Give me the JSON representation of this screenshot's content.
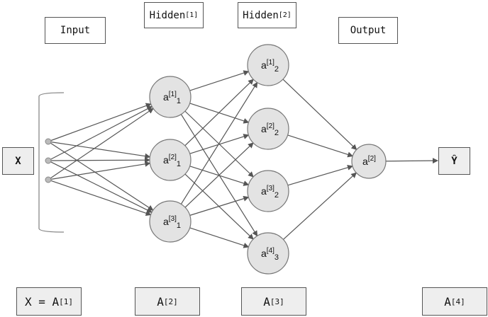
{
  "layer_titles": {
    "input": "Input",
    "hidden1": {
      "text": "Hidden",
      "sup": "[1]"
    },
    "hidden2": {
      "text": "Hidden",
      "sup": "[2]"
    },
    "output": "Output"
  },
  "input_box": "X",
  "output_box": "Ŷ",
  "activations": [
    {
      "text": "X = A",
      "sup": "[1]"
    },
    {
      "text": "A",
      "sup": "[2]"
    },
    {
      "text": "A",
      "sup": "[3]"
    },
    {
      "text": "A",
      "sup": "[4]"
    }
  ],
  "hidden1_nodes": [
    {
      "base": "a",
      "sup": "[1]",
      "sub": "1"
    },
    {
      "base": "a",
      "sup": "[2]",
      "sub": "1"
    },
    {
      "base": "a",
      "sup": "[3]",
      "sub": "1"
    }
  ],
  "hidden2_nodes": [
    {
      "base": "a",
      "sup": "[1]",
      "sub": "2"
    },
    {
      "base": "a",
      "sup": "[2]",
      "sub": "2"
    },
    {
      "base": "a",
      "sup": "[3]",
      "sub": "2"
    },
    {
      "base": "a",
      "sup": "[4]",
      "sub": "3"
    }
  ],
  "output_node": {
    "base": "a",
    "sup": "[2]"
  },
  "input_feature_count": 3,
  "colors": {
    "node_fill": "#e3e3e3",
    "stroke": "#555555",
    "box_fill": "#eeeeee"
  }
}
